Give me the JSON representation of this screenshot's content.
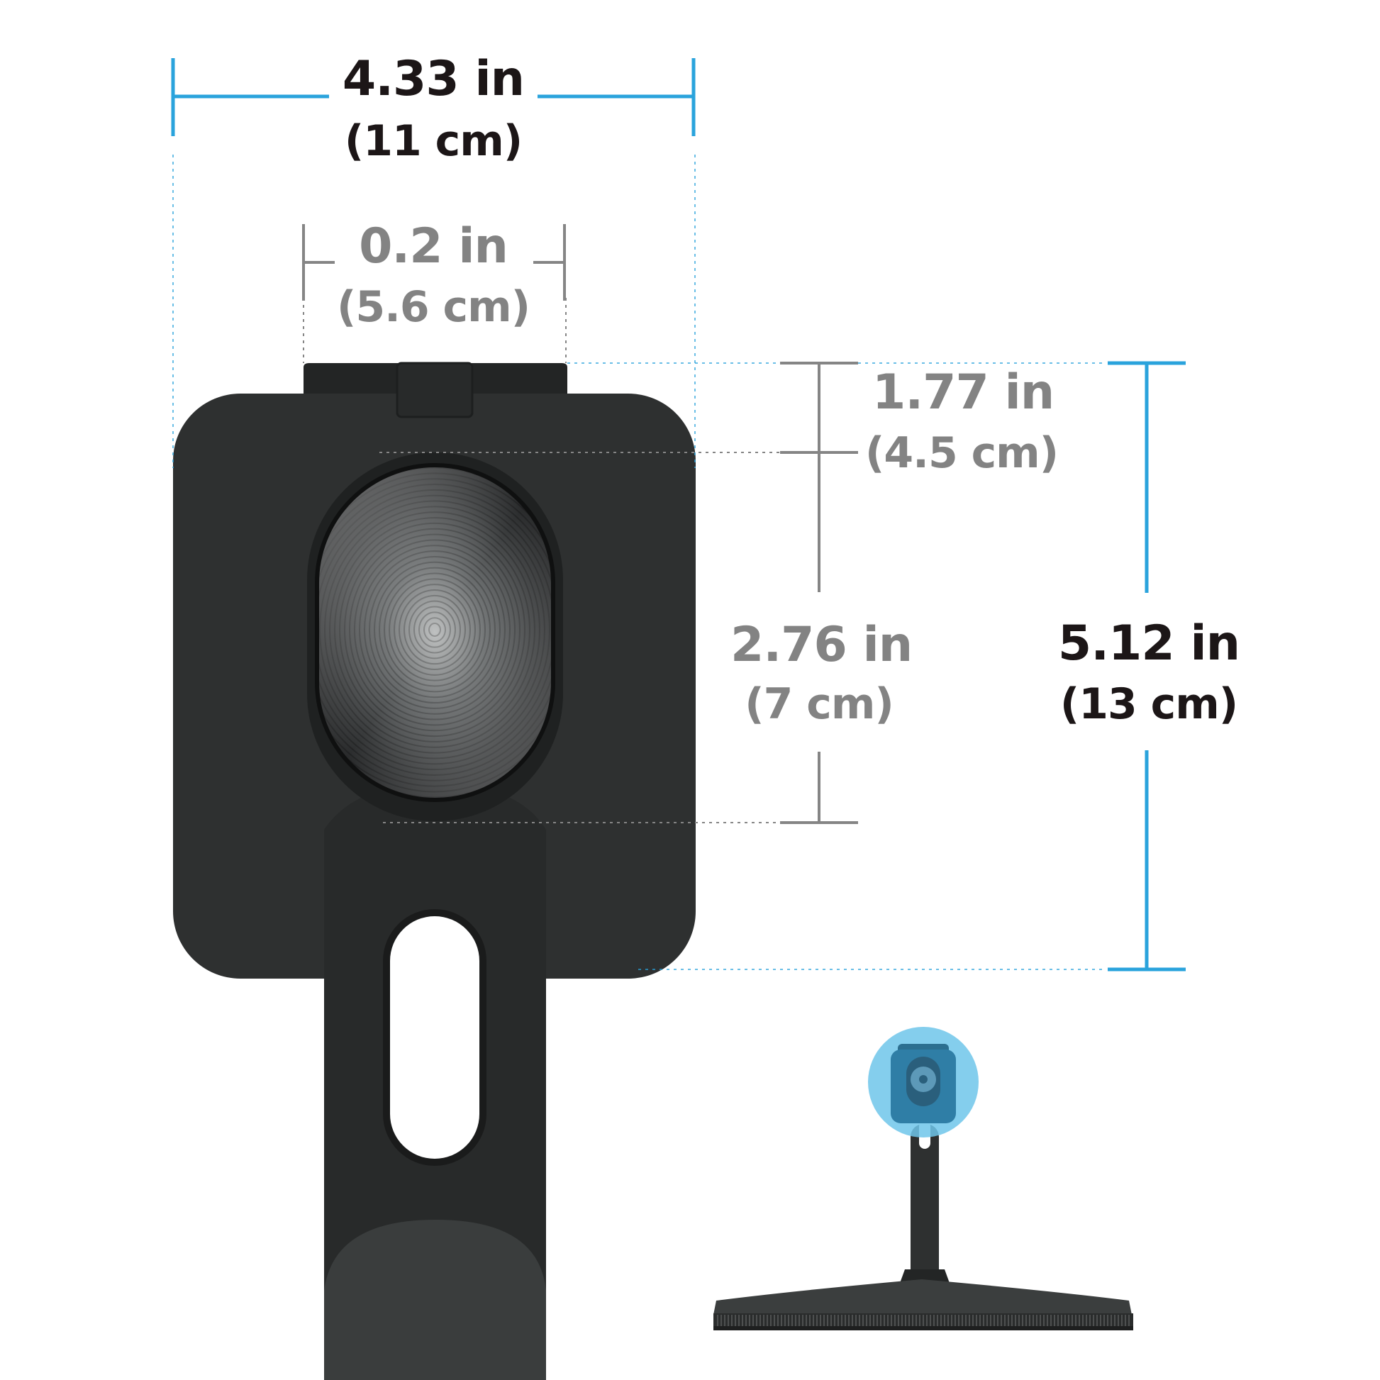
{
  "colors": {
    "background": "#ffffff",
    "accent_blue": "#2aa3dc",
    "dimension_gray": "#858585",
    "device_dark": "#2e3030",
    "device_darker": "#1f2121",
    "highlight_blue": "#6ec5ea",
    "label_dark": "#1c1617"
  },
  "dimensions": {
    "overall_width": {
      "imperial": "4.33 in",
      "metric": "(11 cm)"
    },
    "hinge_width": {
      "imperial": "0.2 in",
      "metric": "(5.6 cm)"
    },
    "top_offset": {
      "imperial": "1.77 in",
      "metric": "(4.5 cm)"
    },
    "knob_height": {
      "imperial": "2.76 in",
      "metric": "(7 cm)"
    },
    "overall_height": {
      "imperial": "5.12 in",
      "metric": "(13 cm)"
    }
  },
  "icons": {
    "mount": "magnetic-mount-plate-icon",
    "knob": "brushed-metal-knob-icon",
    "monitor": "monitor-with-webcam-mount-icon"
  }
}
